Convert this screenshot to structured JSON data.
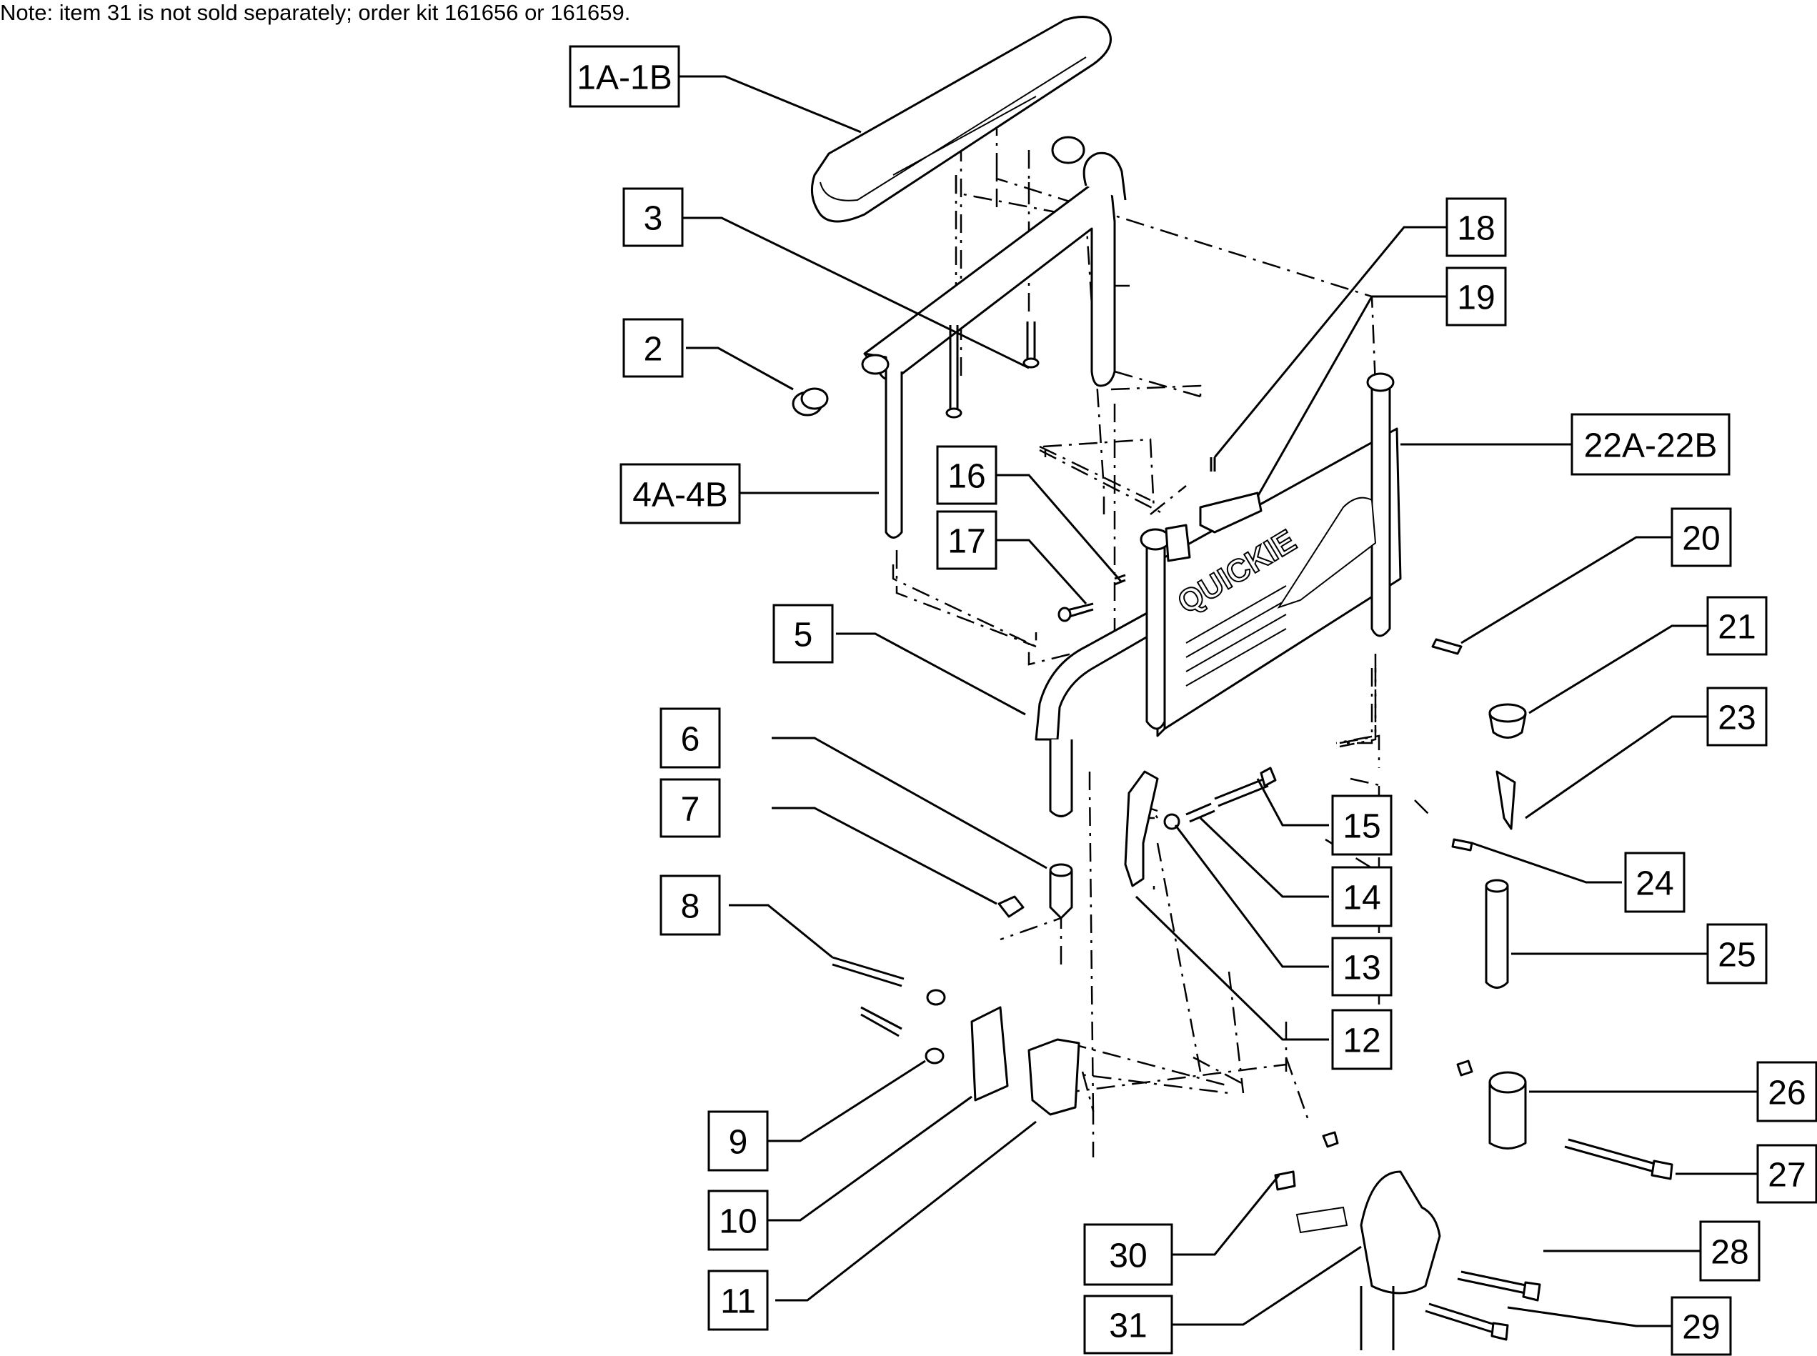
{
  "note": "Note: item 31 is not sold separately; order kit 161656 or 161659.",
  "logo": "QUICKIE",
  "callouts": [
    {
      "id": "1A-1B",
      "label": "1A-1B"
    },
    {
      "id": "2",
      "label": "2"
    },
    {
      "id": "3",
      "label": "3"
    },
    {
      "id": "4A-4B",
      "label": "4A-4B"
    },
    {
      "id": "5",
      "label": "5"
    },
    {
      "id": "6",
      "label": "6"
    },
    {
      "id": "7",
      "label": "7"
    },
    {
      "id": "8",
      "label": "8"
    },
    {
      "id": "9",
      "label": "9"
    },
    {
      "id": "10",
      "label": "10"
    },
    {
      "id": "11",
      "label": "11"
    },
    {
      "id": "12",
      "label": "12"
    },
    {
      "id": "13",
      "label": "13"
    },
    {
      "id": "14",
      "label": "14"
    },
    {
      "id": "15",
      "label": "15"
    },
    {
      "id": "16",
      "label": "16"
    },
    {
      "id": "17",
      "label": "17"
    },
    {
      "id": "18",
      "label": "18"
    },
    {
      "id": "19",
      "label": "19"
    },
    {
      "id": "20",
      "label": "20"
    },
    {
      "id": "21",
      "label": "21"
    },
    {
      "id": "22A-22B",
      "label": "22A-22B"
    },
    {
      "id": "23",
      "label": "23"
    },
    {
      "id": "24",
      "label": "24"
    },
    {
      "id": "25",
      "label": "25"
    },
    {
      "id": "26",
      "label": "26"
    },
    {
      "id": "27",
      "label": "27"
    },
    {
      "id": "28",
      "label": "28"
    },
    {
      "id": "29",
      "label": "29"
    },
    {
      "id": "30",
      "label": "30"
    },
    {
      "id": "31",
      "label": "31"
    }
  ]
}
